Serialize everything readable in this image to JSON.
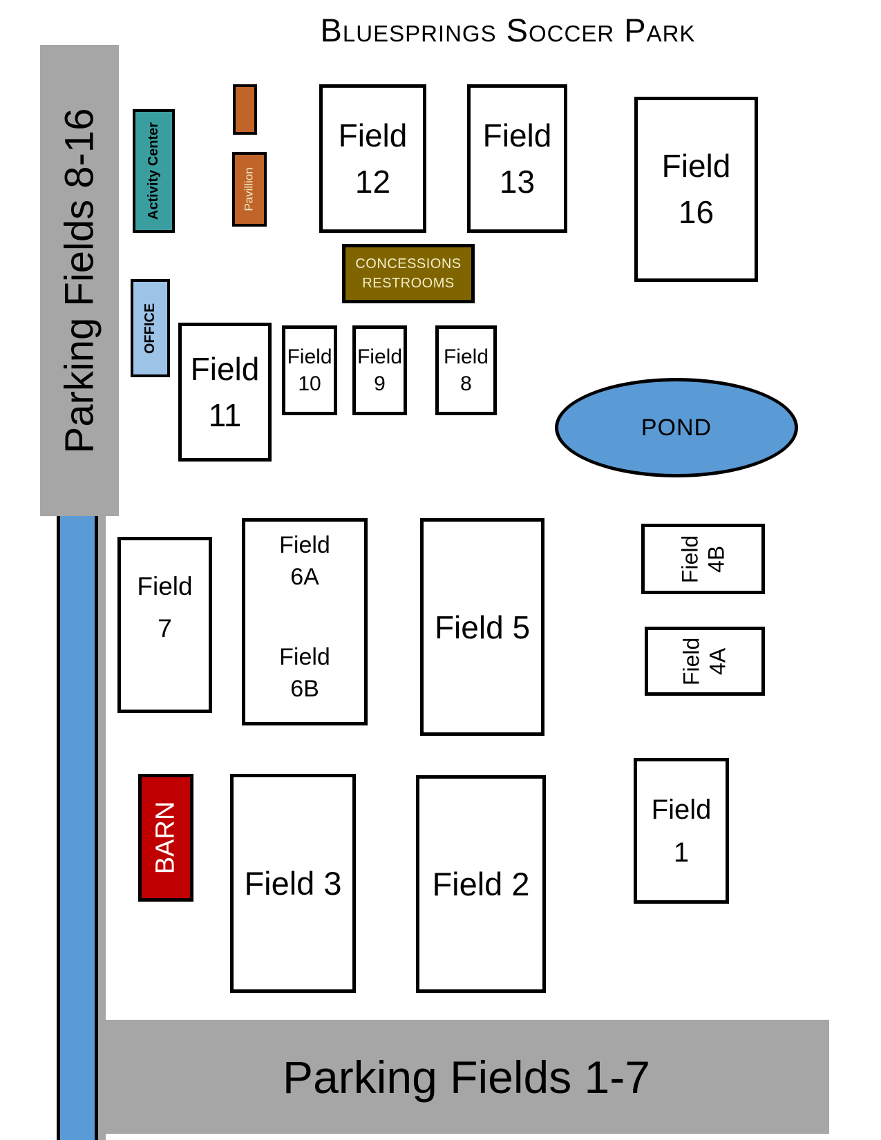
{
  "title": "Bluesprings Soccer Park",
  "parking": {
    "left": "Parking Fields 8-16",
    "bottom": "Parking Fields 1-7"
  },
  "buildings": {
    "activity_center": "Activity Center",
    "pavillion": "Pavillion",
    "office": "OFFICE",
    "concessions": {
      "line1": "CONCESSIONS",
      "line2": "RESTROOMS"
    },
    "barn": "BARN"
  },
  "pond": "POND",
  "fields": {
    "f12": {
      "line1": "Field",
      "line2": "12"
    },
    "f13": {
      "line1": "Field",
      "line2": "13"
    },
    "f16": {
      "line1": "Field",
      "line2": "16"
    },
    "f11": {
      "line1": "Field",
      "line2": "11"
    },
    "f10": {
      "line1": "Field",
      "line2": "10"
    },
    "f9": {
      "line1": "Field",
      "line2": "9"
    },
    "f8": {
      "line1": "Field",
      "line2": "8"
    },
    "f7": {
      "line1": "Field",
      "line2": "7"
    },
    "f6a": {
      "line1": "Field",
      "line2": "6A"
    },
    "f6b": {
      "line1": "Field",
      "line2": "6B"
    },
    "f5": {
      "label": "Field 5"
    },
    "f4b": {
      "line1": "Field",
      "line2": "4B"
    },
    "f4a": {
      "line1": "Field",
      "line2": "4A"
    },
    "f3": {
      "label": "Field 3"
    },
    "f2": {
      "label": "Field 2"
    },
    "f1": {
      "line1": "Field",
      "line2": "1"
    }
  },
  "colors": {
    "parking_gray": "#a6a6a6",
    "road_blue": "#5b9bd5",
    "pond_blue": "#5b9bd5",
    "activity_center_teal": "#3a9e9e",
    "pavillion_orange": "#c0642a",
    "concessions_olive": "#7f6400",
    "cream_text": "#f3edc8",
    "office_blue": "#9dc3e6",
    "barn_red": "#c00000"
  }
}
